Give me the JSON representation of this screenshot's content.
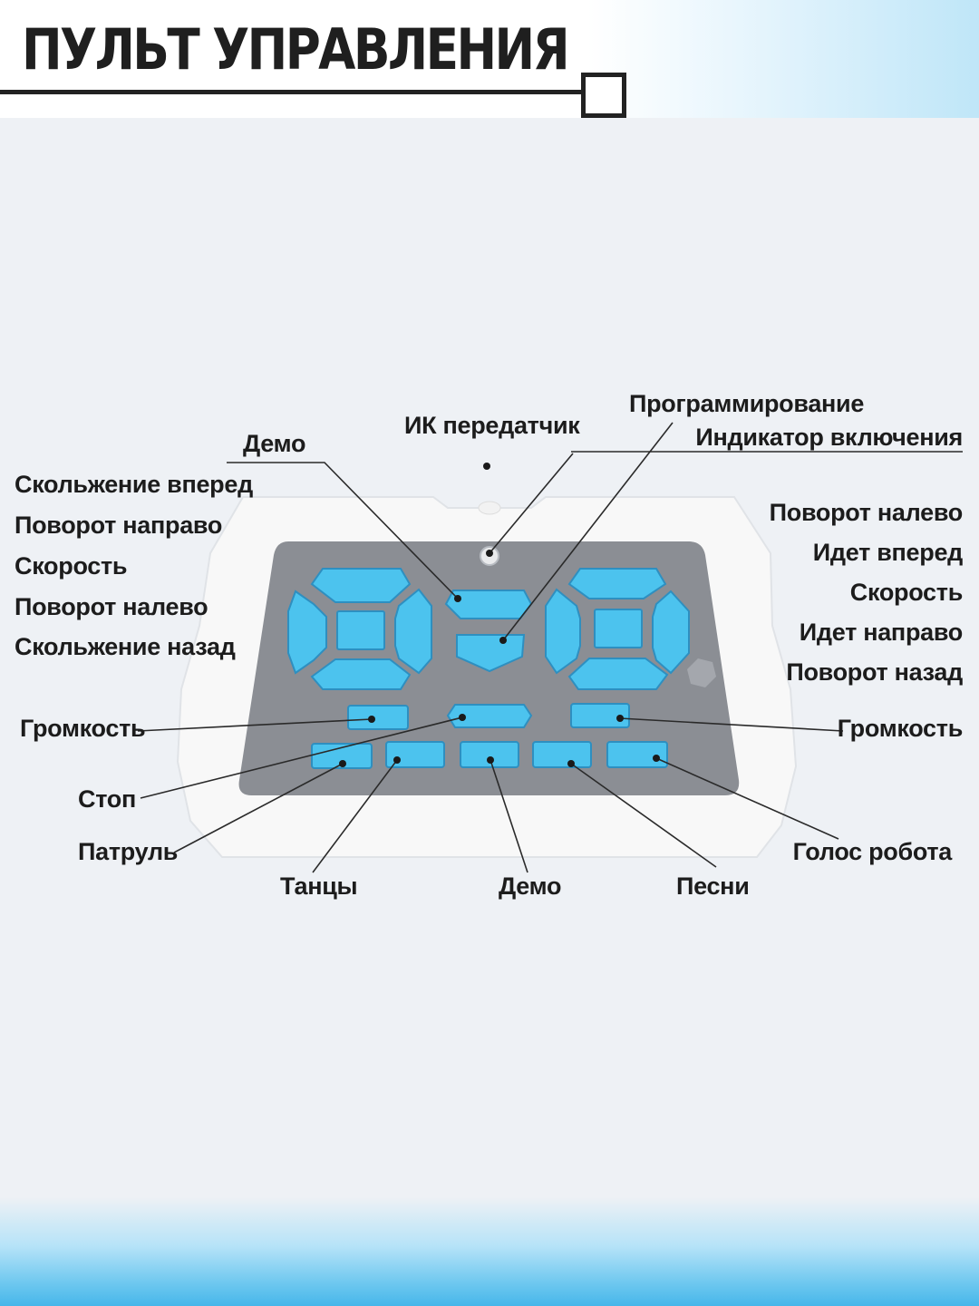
{
  "title": "ПУЛЬТ УПРАВЛЕНИЯ",
  "colors": {
    "button": "#4cc3ee",
    "panel": "#8a8d93",
    "frame": "#f7f7f7",
    "text": "#1c1c1c"
  },
  "callouts": {
    "top_demo": "Демо",
    "ir_transmitter": "ИК передатчик",
    "programming": "Программирование",
    "power_indicator": "Индикатор включения",
    "left": {
      "slide_forward": "Скольжение вперед",
      "turn_right": "Поворот направо",
      "speed": "Скорость",
      "turn_left": "Поворот налево",
      "slide_back": "Скольжение назад"
    },
    "right": {
      "turn_left": "Поворот налево",
      "go_forward": "Идет вперед",
      "speed": "Скорость",
      "go_right": "Идет направо",
      "turn_back": "Поворот назад"
    },
    "volume_left": "Громкость",
    "volume_right": "Громкость",
    "stop": "Стоп",
    "patrol": "Патруль",
    "dances": "Танцы",
    "demo_bottom": "Демо",
    "songs": "Песни",
    "robot_voice": "Голос робота"
  }
}
